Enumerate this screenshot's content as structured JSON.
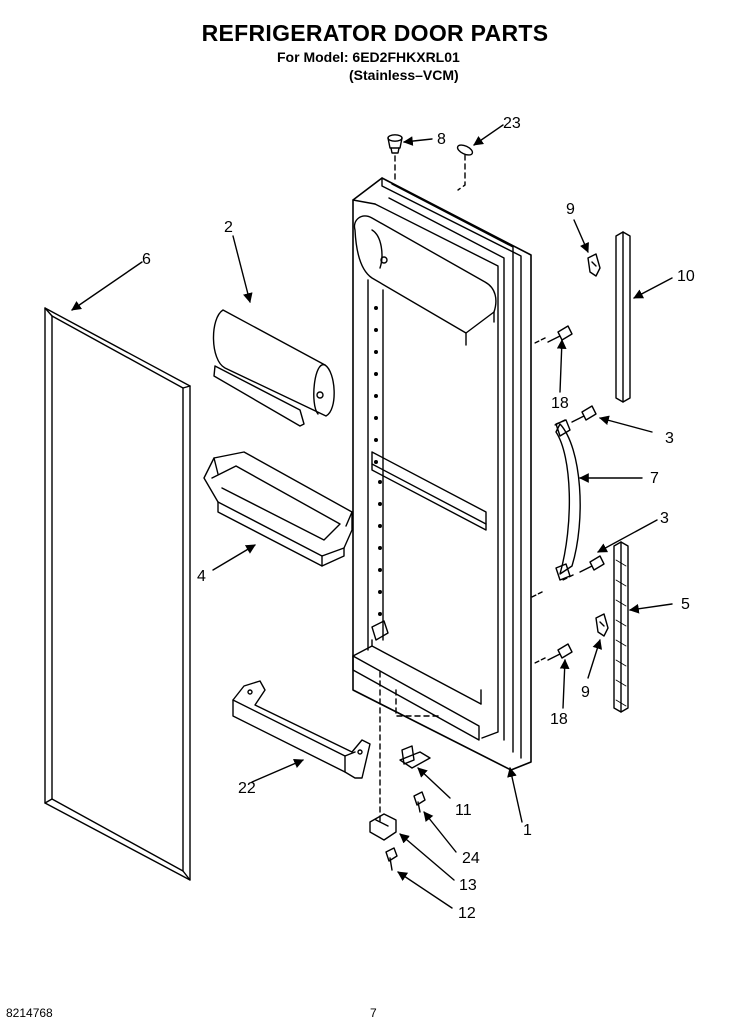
{
  "header": {
    "title": "REFRIGERATOR DOOR PARTS",
    "model_line": "For Model: 6ED2FHKXRL01",
    "finish_line": "(Stainless–VCM)"
  },
  "footer": {
    "document_number": "8214768",
    "page_number": "7"
  },
  "callouts": [
    {
      "id": "c8",
      "label": "8"
    },
    {
      "id": "c23",
      "label": "23"
    },
    {
      "id": "c9a",
      "label": "9"
    },
    {
      "id": "c10",
      "label": "10"
    },
    {
      "id": "c2",
      "label": "2"
    },
    {
      "id": "c6",
      "label": "6"
    },
    {
      "id": "c18a",
      "label": "18"
    },
    {
      "id": "c3a",
      "label": "3"
    },
    {
      "id": "c7",
      "label": "7"
    },
    {
      "id": "c3b",
      "label": "3"
    },
    {
      "id": "c4",
      "label": "4"
    },
    {
      "id": "c5",
      "label": "5"
    },
    {
      "id": "c9b",
      "label": "9"
    },
    {
      "id": "c18b",
      "label": "18"
    },
    {
      "id": "c22",
      "label": "22"
    },
    {
      "id": "c11",
      "label": "11"
    },
    {
      "id": "c1",
      "label": "1"
    },
    {
      "id": "c24",
      "label": "24"
    },
    {
      "id": "c13",
      "label": "13"
    },
    {
      "id": "c12",
      "label": "12"
    }
  ]
}
